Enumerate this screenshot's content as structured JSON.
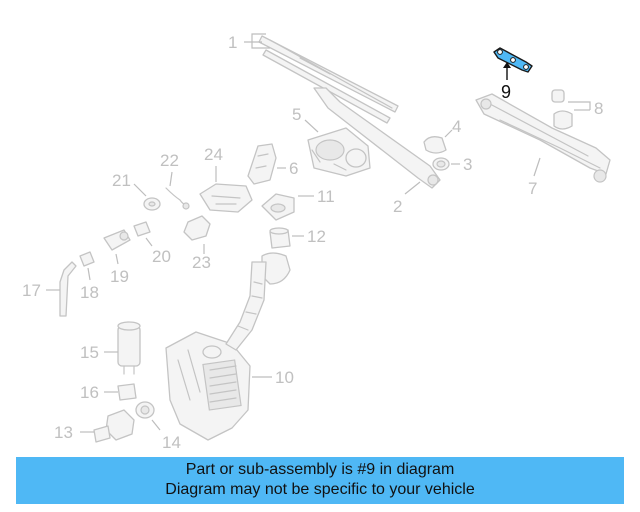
{
  "callouts": {
    "n1": "1",
    "n2": "2",
    "n3": "3",
    "n4": "4",
    "n5": "5",
    "n6": "6",
    "n7": "7",
    "n8": "8",
    "n9": "9",
    "n10": "10",
    "n11": "11",
    "n12": "12",
    "n13": "13",
    "n14": "14",
    "n15": "15",
    "n16": "16",
    "n17": "17",
    "n18": "18",
    "n19": "19",
    "n20": "20",
    "n21": "21",
    "n22": "22",
    "n23": "23",
    "n24": "24"
  },
  "highlight": {
    "part": "9",
    "color": "#4fb8f5"
  },
  "caption": {
    "line1": "Part or sub-assembly is #9 in diagram",
    "line2": "Diagram may not be specific to your vehicle",
    "background": "#4fb8f5"
  }
}
